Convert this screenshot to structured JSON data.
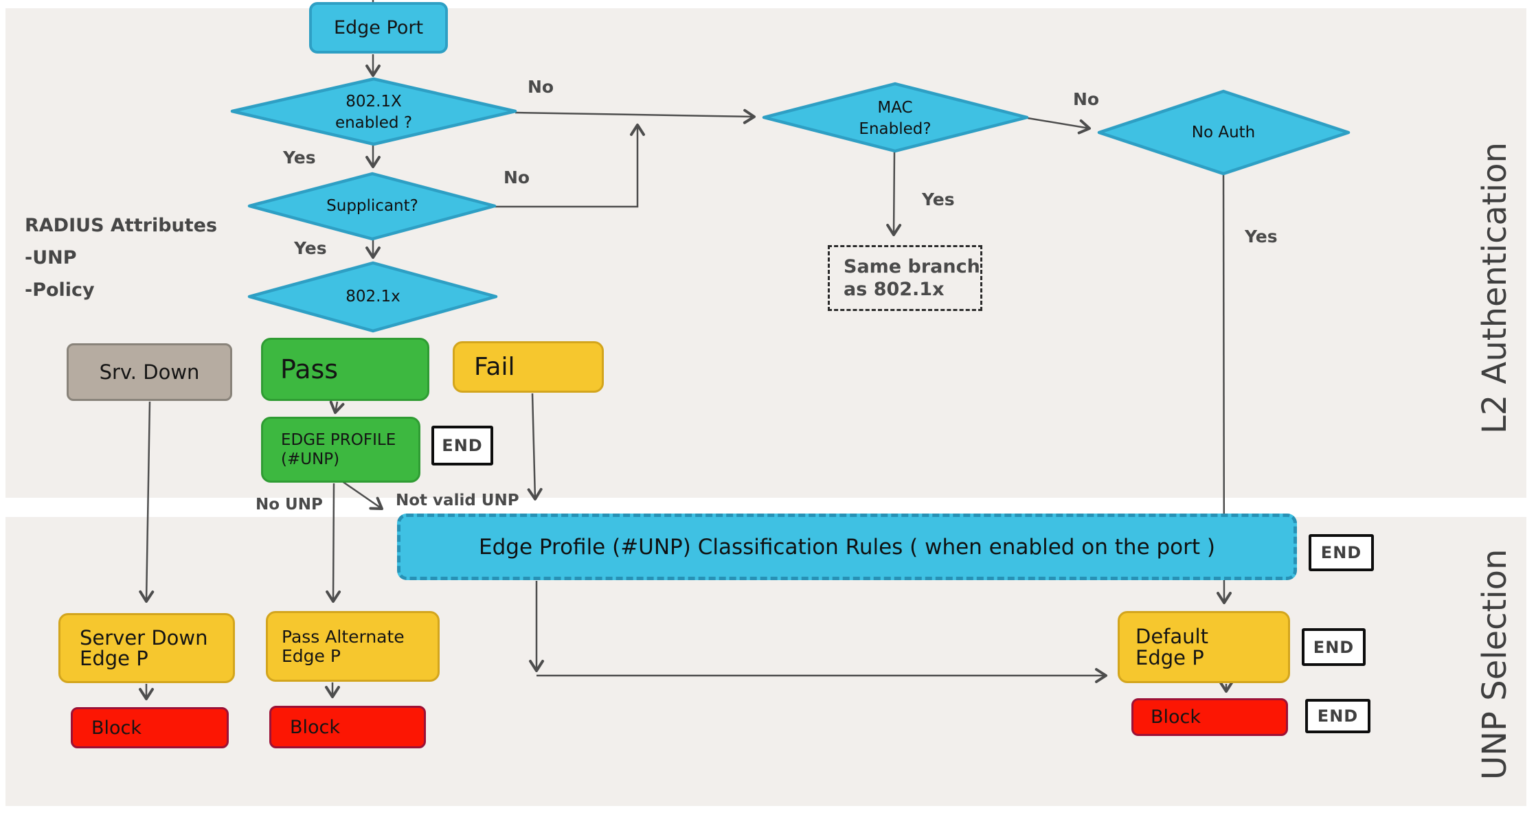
{
  "sections": {
    "l2_auth": "L2 Authentication",
    "unp_selection": "UNP Selection"
  },
  "nodes": {
    "edge_port": {
      "label": "Edge Port"
    },
    "dot1x_enabled": {
      "line1": "802.1X",
      "line2": "enabled ?"
    },
    "supplicant": {
      "label": "Supplicant?"
    },
    "dot1x": {
      "label": "802.1x"
    },
    "mac_enabled": {
      "line1": "MAC",
      "line2": "Enabled?"
    },
    "no_auth": {
      "label": "No Auth"
    },
    "same_branch": {
      "line1": "Same branch",
      "line2": "as 802.1x"
    },
    "srv_down": {
      "label": "Srv. Down"
    },
    "pass": {
      "label": "Pass"
    },
    "fail": {
      "label": "Fail"
    },
    "edge_profile": {
      "line1": "EDGE PROFILE",
      "line2": "(#UNP)"
    },
    "classification": {
      "label": "Edge Profile (#UNP) Classification Rules ( when enabled on the port )"
    },
    "server_down_edge_p": {
      "line1": "Server Down",
      "line2": "Edge P"
    },
    "pass_alternate_edge_p": {
      "line1": "Pass Alternate",
      "line2": "Edge P"
    },
    "default_edge_p": {
      "line1": "Default",
      "line2": "Edge P"
    },
    "block": {
      "label": "Block"
    },
    "end": {
      "label": "END"
    }
  },
  "annotations": {
    "radius": {
      "line1": "RADIUS Attributes",
      "line2": "-UNP",
      "line3": "-Policy"
    }
  },
  "edge_labels": {
    "yes": "Yes",
    "no": "No",
    "no_unp": "No UNP",
    "not_valid_unp": "Not valid UNP"
  },
  "colors": {
    "band_background": "#f2efec",
    "cyan_fill": "#3fc1e3",
    "cyan_border": "#2e9fc4",
    "green_fill": "#3db840",
    "green_border": "#2f9c33",
    "yellow_fill": "#f6c72e",
    "yellow_border": "#d3a51d",
    "red_fill": "#fc1603",
    "red_border": "#9c1136",
    "tan_fill": "#b6aca1",
    "tan_border": "#89837a",
    "connector": "#4d4d4d",
    "label_text": "#4a4a4a"
  }
}
